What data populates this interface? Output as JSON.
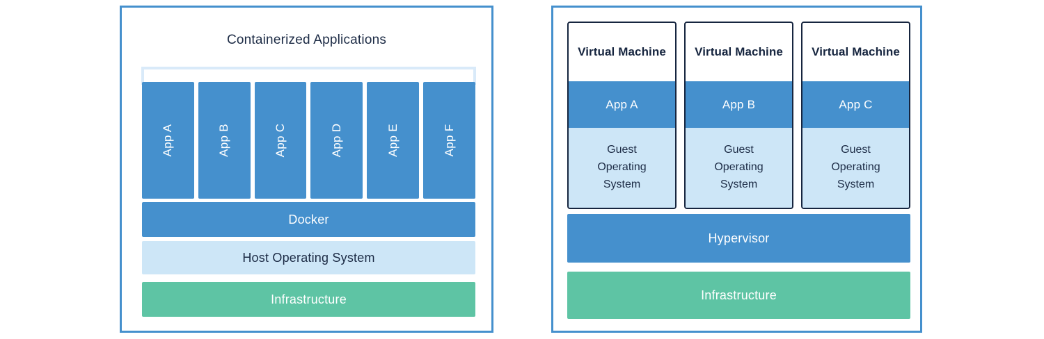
{
  "colors": {
    "panel_border": "#4590cd",
    "accent_blue": "#4590cd",
    "light_blue": "#cde6f7",
    "bracket_blue": "#d9eaf9",
    "green": "#5ec4a4",
    "navy_text": "#1c2b45",
    "vm_border": "#16253f",
    "white": "#ffffff"
  },
  "left_panel": {
    "title": "Containerized Applications",
    "apps": [
      {
        "label": "App A"
      },
      {
        "label": "App B"
      },
      {
        "label": "App C"
      },
      {
        "label": "App D"
      },
      {
        "label": "App E"
      },
      {
        "label": "App F"
      }
    ],
    "layers": [
      {
        "label": "Docker"
      },
      {
        "label": "Host Operating System"
      },
      {
        "label": "Infrastructure"
      }
    ]
  },
  "right_panel": {
    "vms": [
      {
        "title": "Virtual Machine",
        "app": "App A",
        "guest_line1": "Guest",
        "guest_line2": "Operating",
        "guest_line3": "System"
      },
      {
        "title": "Virtual Machine",
        "app": "App B",
        "guest_line1": "Guest",
        "guest_line2": "Operating",
        "guest_line3": "System"
      },
      {
        "title": "Virtual Machine",
        "app": "App C",
        "guest_line1": "Guest",
        "guest_line2": "Operating",
        "guest_line3": "System"
      }
    ],
    "layers": [
      {
        "label": "Hypervisor"
      },
      {
        "label": "Infrastructure"
      }
    ]
  }
}
